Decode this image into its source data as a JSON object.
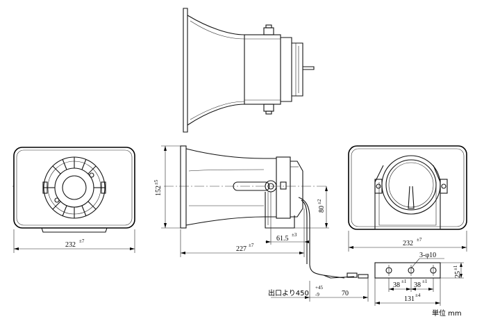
{
  "dims": {
    "front_width": "232",
    "front_width_tol": "±7",
    "front_height": "152",
    "front_height_tol": "±5",
    "side_length": "227",
    "side_length_tol": "±7",
    "bracket_offset": "61.5",
    "bracket_offset_tol": "±3",
    "bracket_height": "80",
    "bracket_height_tol": "±2",
    "rear_width": "232",
    "rear_width_tol": "±7",
    "cable_label": "出口より450",
    "cable_tol_upper": "+45",
    "cable_tol_lower": "-9",
    "cable_end": "70",
    "holes": "3-φ10",
    "hole_pitch_1": "38",
    "hole_pitch_1_tol": "±1",
    "hole_pitch_2": "38",
    "hole_pitch_2_tol": "±1",
    "base_width": "131",
    "base_width_tol": "±4",
    "base_depth": "25",
    "base_depth_tol": "±1"
  },
  "unit_label": "単位 mm"
}
